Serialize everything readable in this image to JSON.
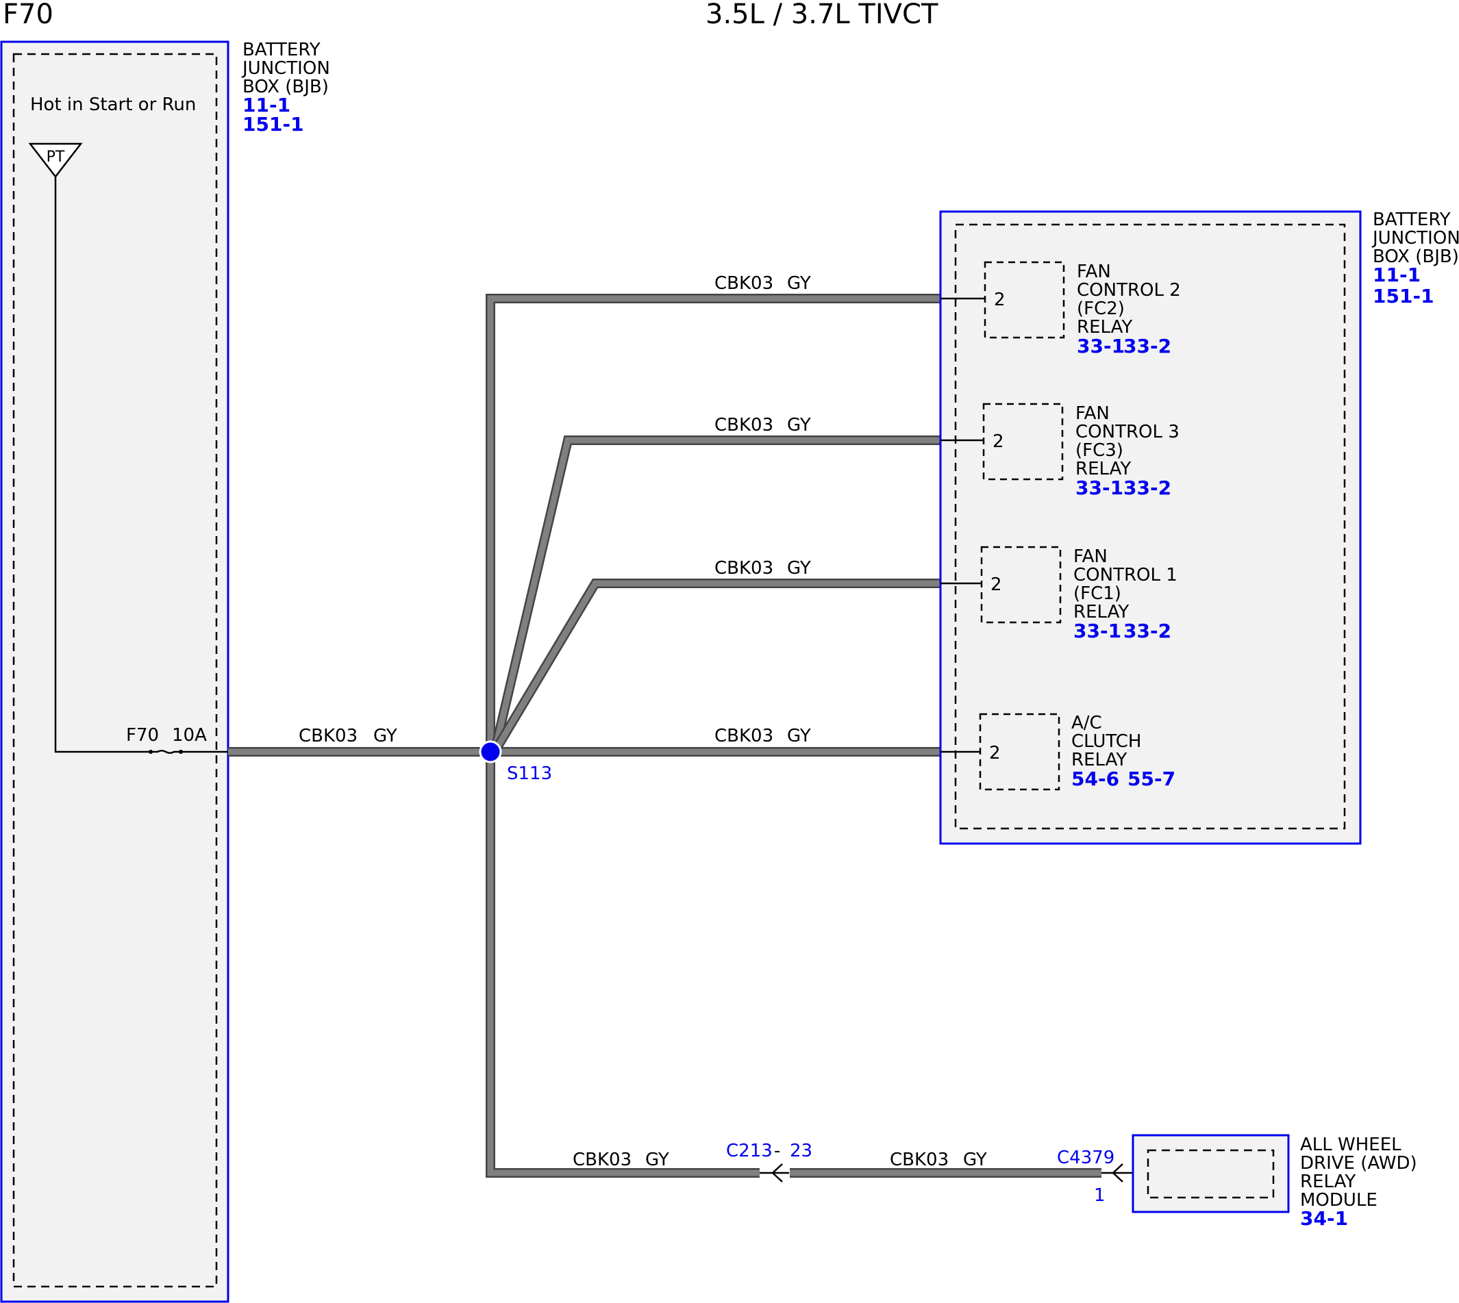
{
  "header": {
    "circuit_id": "F70",
    "engine": "3.5L / 3.7L TIVCT"
  },
  "colors": {
    "box_border": "#0000ee",
    "box_fill": "#f2f2f2",
    "wire_fill": "#808080",
    "wire_edge": "#444444",
    "splice": "#0000ee"
  },
  "bjb_left": {
    "name": [
      "BATTERY",
      "JUNCTION",
      "BOX (BJB)"
    ],
    "refs": [
      "11-1",
      "151-1"
    ],
    "power_label": "Hot in Start or Run",
    "power_symbol": "PT",
    "fuse_name": "F70",
    "fuse_rating": "10A"
  },
  "splice": {
    "name": "S113"
  },
  "wires": {
    "main": {
      "circuit": "CBK03",
      "color": "GY"
    },
    "fc2": {
      "circuit": "CBK03",
      "color": "GY"
    },
    "fc3": {
      "circuit": "CBK03",
      "color": "GY"
    },
    "fc1": {
      "circuit": "CBK03",
      "color": "GY"
    },
    "ac": {
      "circuit": "CBK03",
      "color": "GY"
    },
    "awd_a": {
      "circuit": "CBK03",
      "color": "GY"
    },
    "awd_b": {
      "circuit": "CBK03",
      "color": "GY"
    }
  },
  "bjb_right": {
    "name": [
      "BATTERY",
      "JUNCTION",
      "BOX (BJB)"
    ],
    "refs": [
      "11-1",
      "151-1"
    ]
  },
  "relays": {
    "fc2": {
      "pin": "2",
      "name": [
        "FAN",
        "CONTROL 2",
        "(FC2)",
        "RELAY"
      ],
      "refs": [
        "33-1",
        "33-2"
      ]
    },
    "fc3": {
      "pin": "2",
      "name": [
        "FAN",
        "CONTROL 3",
        "(FC3)",
        "RELAY"
      ],
      "refs": [
        "33-1",
        "33-2"
      ]
    },
    "fc1": {
      "pin": "2",
      "name": [
        "FAN",
        "CONTROL 1",
        "(FC1)",
        "RELAY"
      ],
      "refs": [
        "33-1",
        "33-2"
      ]
    },
    "ac": {
      "pin": "2",
      "name": [
        "A/C",
        "CLUTCH",
        "RELAY"
      ],
      "refs": [
        "54-6",
        "55-7"
      ]
    }
  },
  "connectors": {
    "c213": {
      "name": "C213",
      "separator": "-",
      "pin": "23"
    },
    "c4379": {
      "name": "C4379",
      "pin": "1"
    }
  },
  "awd_module": {
    "name": [
      "ALL WHEEL",
      "DRIVE (AWD)",
      "RELAY",
      "MODULE"
    ],
    "refs": [
      "34-1"
    ]
  }
}
